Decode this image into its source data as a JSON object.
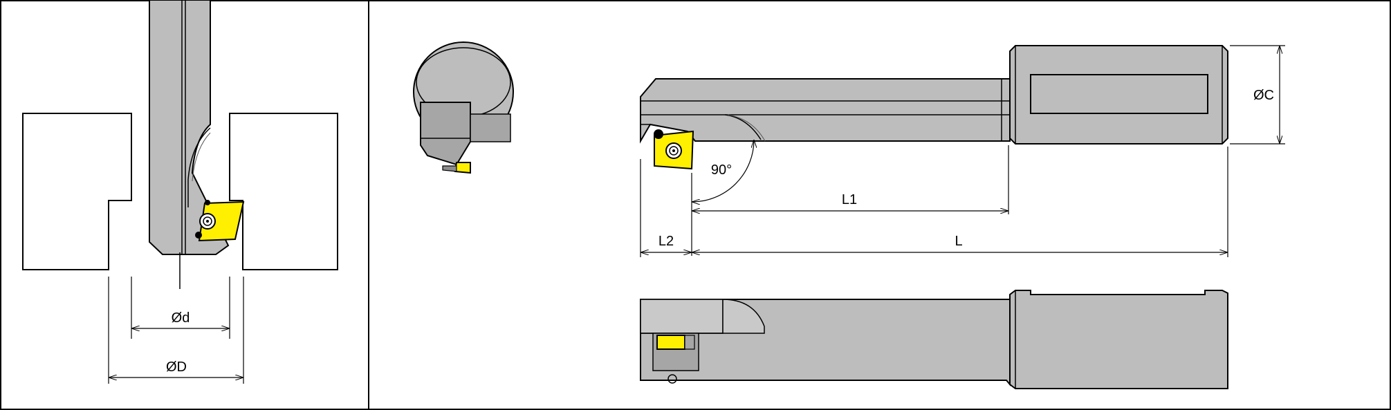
{
  "labels": {
    "bore_diameter": "Ød",
    "min_bore_diameter": "ØD",
    "shank_diameter": "ØC",
    "angle": "90°",
    "length_l1": "L1",
    "length_l2": "L2",
    "overall_length": "L"
  },
  "colors": {
    "body": "#bdbdbd",
    "body_dark": "#8c8c8c",
    "insert": "#ffef00",
    "line": "#000000"
  }
}
